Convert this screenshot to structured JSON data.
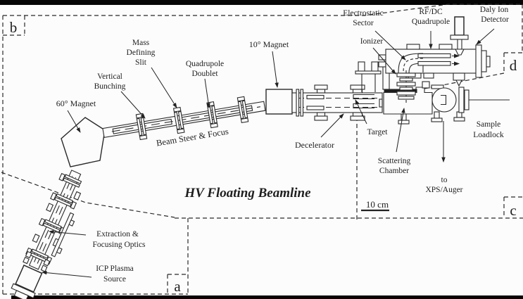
{
  "figure": {
    "title": "HV Floating Beamline",
    "scale_label": "10 cm",
    "panels": {
      "a": "a",
      "b": "b",
      "c": "c",
      "d": "d"
    }
  },
  "labels": {
    "mass_defining_slit": [
      "Mass",
      "Defining",
      "Slit"
    ],
    "vertical_bunching": [
      "Vertical",
      "Bunching"
    ],
    "quadrupole_doublet": [
      "Quadrupole",
      "Doublet"
    ],
    "magnet_10": "10° Magnet",
    "magnet_60": "60° Magnet",
    "electrostatic_sector": [
      "Electrostatic",
      "Sector"
    ],
    "rf_dc_quadrupole": [
      "RF/DC",
      "Quadrupole"
    ],
    "daly_ion_detector": [
      "Daly Ion",
      "Detector"
    ],
    "ionizer": "Ionizer",
    "target": "Target",
    "scattering_chamber": [
      "Scattering",
      "Chamber"
    ],
    "sample_loadlock": [
      "Sample",
      "Loadlock"
    ],
    "to_xps_auger": [
      "to",
      "XPS/Auger"
    ],
    "decelerator": "Decelerator",
    "beam_steer_focus": "Beam Steer & Focus",
    "extraction_optics": [
      "Extraction &",
      "Focusing Optics"
    ],
    "icp_source": [
      "ICP Plasma",
      "Source"
    ]
  },
  "colors": {
    "ink": "#222222",
    "background": "#fcfcfc",
    "bar": "#000000"
  }
}
